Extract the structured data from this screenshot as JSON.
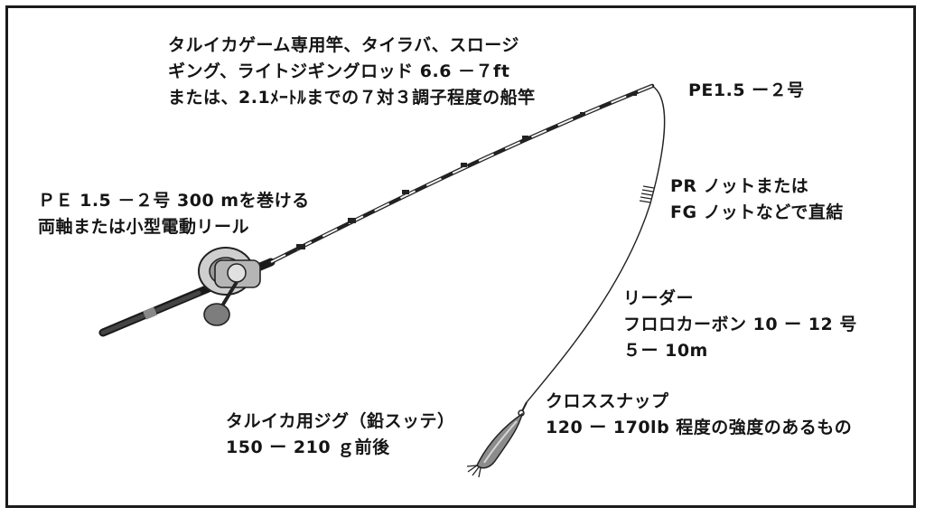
{
  "labels": {
    "rod": {
      "line1": "タルイカゲーム専用竿、タイラバ、スロージ",
      "line2": "ギング、ライトジギングロッド 6.6 －７ft",
      "line3": "または、2.1ﾒｰﾄﾙまでの７対３調子程度の船竿"
    },
    "mainline": "PE1.5 ー２号",
    "reel": {
      "line1": "ＰＥ 1.5 －２号 300 mを巻ける",
      "line2": "両軸または小型電動リール"
    },
    "knot": {
      "line1": "PR ノットまたは",
      "line2": "FG ノットなどで直結"
    },
    "leader": {
      "line1": "リーダー",
      "line2": "フロロカーボン 10 ー 12 号",
      "line3": "５ー 10m"
    },
    "snap": {
      "line1": "クロススナップ",
      "line2": "120 ー 170lb 程度の強度のあるもの"
    },
    "jig": {
      "line1": "タルイカ用ジグ（鉛スッテ）",
      "line2": "150 ー 210 ｇ前後"
    }
  }
}
